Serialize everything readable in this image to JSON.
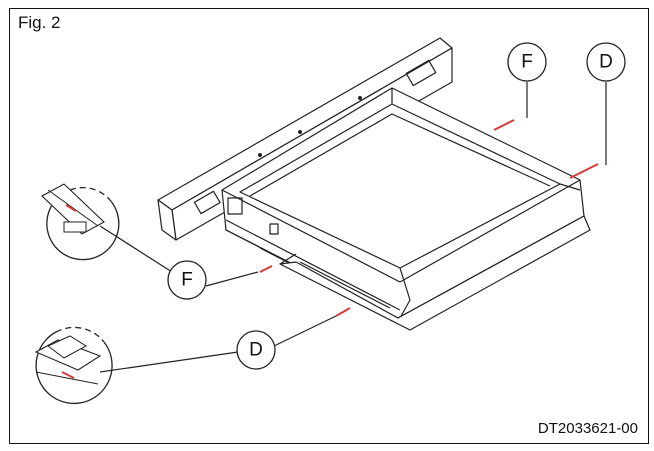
{
  "figure": {
    "label": "Fig. 2",
    "code": "DT2033621-00"
  },
  "callouts": {
    "f_top": "F",
    "d_top": "D",
    "f_left": "F",
    "d_left": "D"
  },
  "colors": {
    "line": "#222222",
    "marker": "#d63a3a",
    "background": "#ffffff"
  }
}
